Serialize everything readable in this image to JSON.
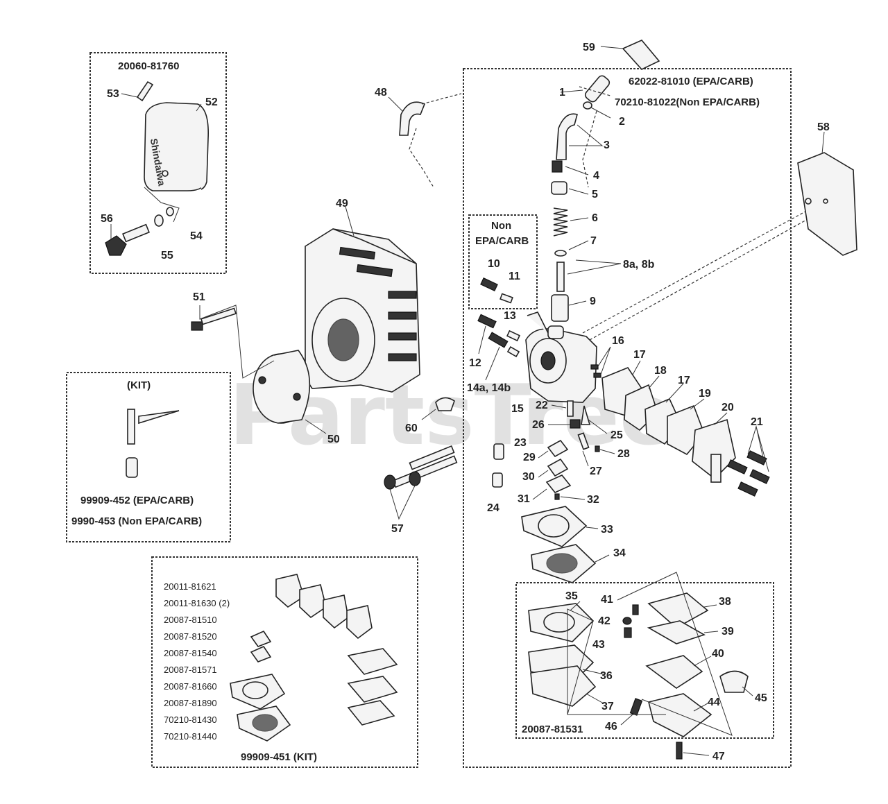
{
  "watermark": "PartsTree",
  "boxes": {
    "air_cover_kit": "20060-81760",
    "carb_main_line1": "62022-81010 (EPA/CARB)",
    "carb_main_line2": "70210-81022(Non EPA/CARB)",
    "non_epa_line1": "Non",
    "non_epa_line2": "EPA/CARB",
    "kit_title": "(KIT)",
    "kit_line1": "99909-452 (EPA/CARB)",
    "kit_line2": "9990-453 (Non EPA/CARB)",
    "gasket_kit_title": "99909-451 (KIT)",
    "pump_kit": "20087-81531"
  },
  "gasket_kit_parts": [
    "20011-81621",
    "20011-81630 (2)",
    "20087-81510",
    "20087-81520",
    "20087-81540",
    "20087-81571",
    "20087-81660",
    "20087-81890",
    "70210-81430",
    "70210-81440"
  ],
  "callouts": {
    "c1": "1",
    "c2": "2",
    "c3": "3",
    "c4": "4",
    "c5": "5",
    "c6": "6",
    "c7": "7",
    "c8": "8a, 8b",
    "c9": "9",
    "c10": "10",
    "c11": "11",
    "c12": "12",
    "c13": "13",
    "c14": "14a, 14b",
    "c15": "15",
    "c16": "16",
    "c17a": "17",
    "c17b": "17",
    "c18": "18",
    "c19": "19",
    "c20": "20",
    "c21": "21",
    "c22": "22",
    "c23": "23",
    "c24": "24",
    "c25": "25",
    "c26": "26",
    "c27": "27",
    "c28": "28",
    "c29": "29",
    "c30": "30",
    "c31": "31",
    "c32": "32",
    "c33": "33",
    "c34": "34",
    "c35": "35",
    "c36": "36",
    "c37": "37",
    "c38": "38",
    "c39": "39",
    "c40": "40",
    "c41": "41",
    "c42": "42",
    "c43": "43",
    "c44": "44",
    "c45": "45",
    "c46": "46",
    "c47": "47",
    "c48": "48",
    "c49": "49",
    "c50": "50",
    "c51": "51",
    "c52": "52",
    "c53": "53",
    "c54": "54",
    "c55": "55",
    "c56": "56",
    "c57": "57",
    "c58": "58",
    "c59": "59",
    "c60": "60"
  },
  "logo_text": "Shindaiwa"
}
